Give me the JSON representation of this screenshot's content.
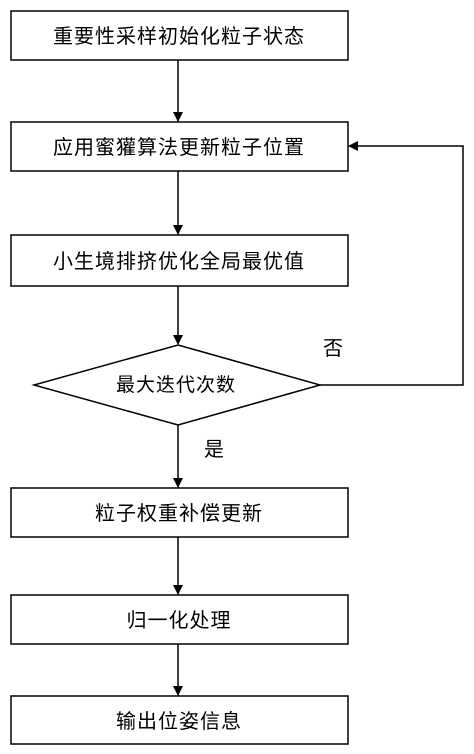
{
  "steps": {
    "init": "重要性采样初始化粒子状态",
    "update_position": "应用蜜獾算法更新粒子位置",
    "niche": "小生境排挤优化全局最优值",
    "decision": "最大迭代次数",
    "weight_update": "粒子权重补偿更新",
    "normalize": "归一化处理",
    "output": "输出位姿信息"
  },
  "edge_labels": {
    "no": "否",
    "yes": "是"
  }
}
